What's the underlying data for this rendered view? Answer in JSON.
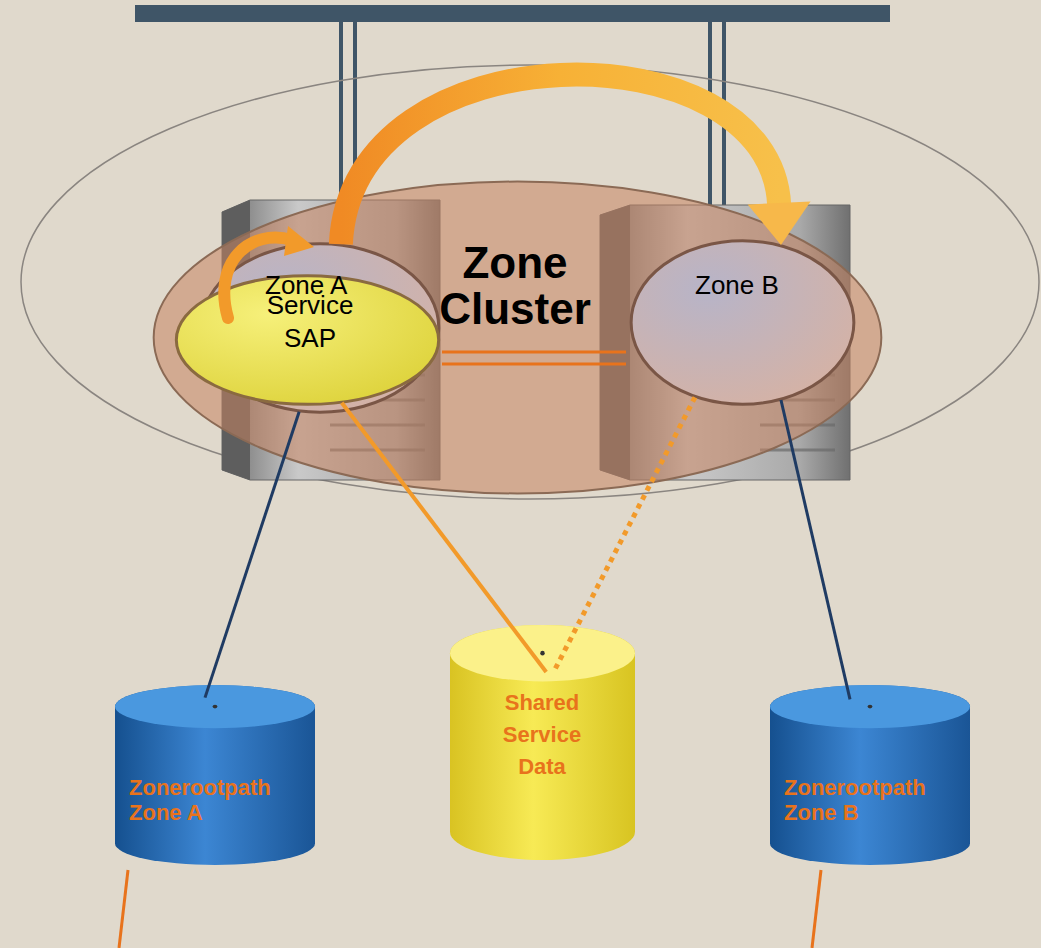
{
  "diagram": {
    "nodes": [
      {
        "text": [
          "Zone Cluster"
        ]
      },
      {
        "text": [
          "Zone A"
        ],
        "in": 0
      },
      {
        "text": [
          "Service SAP"
        ],
        "in": 1
      },
      {
        "text": [
          "Zone B"
        ],
        "in": 0
      },
      {
        "text": [
          "Zonerootpath Zone A"
        ]
      },
      {
        "text": [
          "Shared Service Data"
        ]
      },
      {
        "text": [
          "Zonerootpath Zone B"
        ]
      }
    ],
    "edges": [
      {
        "from": 1,
        "to": 4,
        "arrow": "none"
      },
      {
        "from": 2,
        "to": 5,
        "arrow": "none"
      },
      {
        "from": 3,
        "to": 5,
        "arrow": "none"
      },
      {
        "from": 3,
        "to": 6,
        "arrow": "none"
      },
      {
        "from": 1,
        "to": 3,
        "arrow": "to"
      }
    ]
  }
}
